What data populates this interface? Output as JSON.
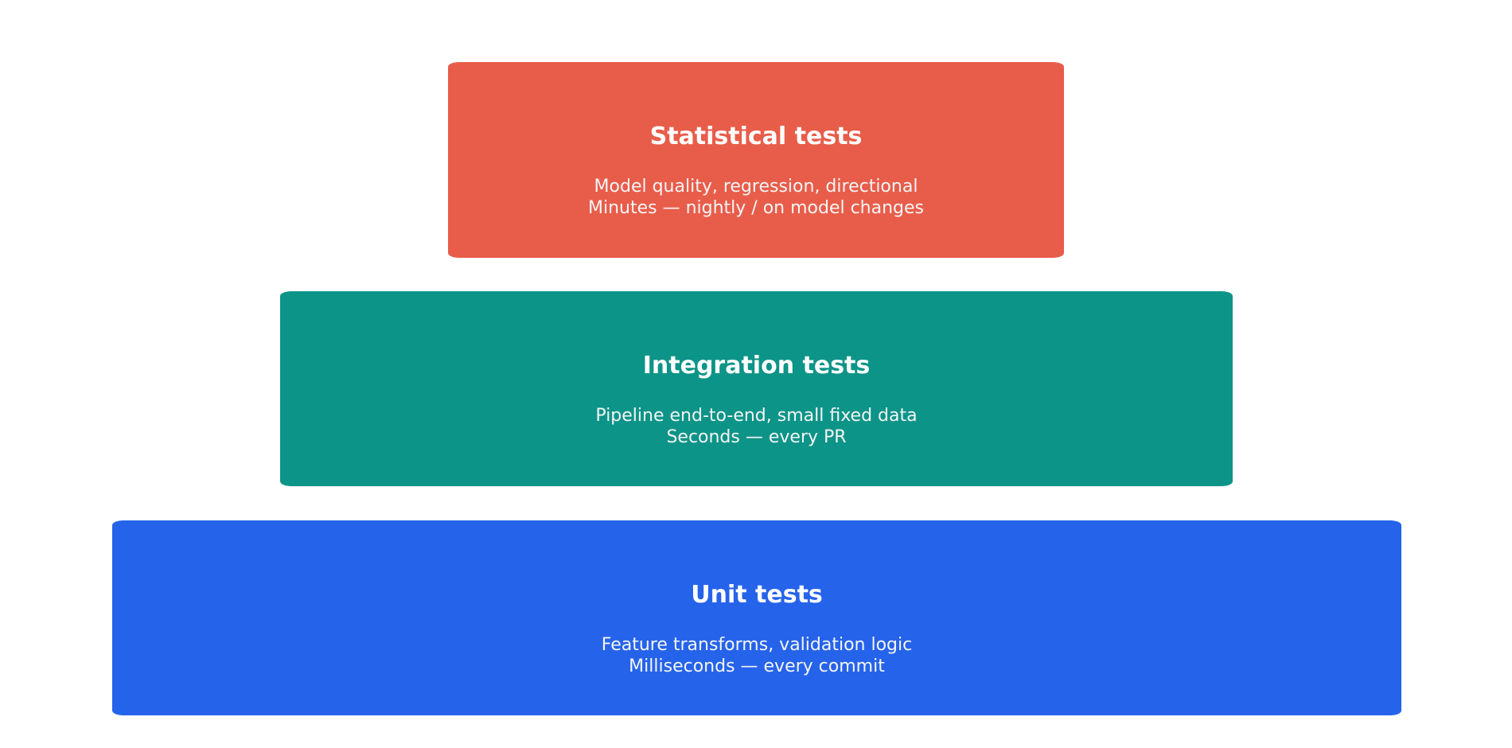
{
  "diagram": {
    "type": "test-pyramid",
    "tiers": [
      {
        "id": "statistical",
        "title": "Statistical tests",
        "scope": "Model quality, regression, directional",
        "cadence": "Minutes — nightly / on model changes",
        "color": "#E85D4A"
      },
      {
        "id": "integration",
        "title": "Integration tests",
        "scope": "Pipeline end-to-end, small fixed data",
        "cadence": "Seconds — every PR",
        "color": "#0D9488"
      },
      {
        "id": "unit",
        "title": "Unit tests",
        "scope": "Feature transforms, validation logic",
        "cadence": "Milliseconds — every commit",
        "color": "#2563EB"
      }
    ]
  }
}
